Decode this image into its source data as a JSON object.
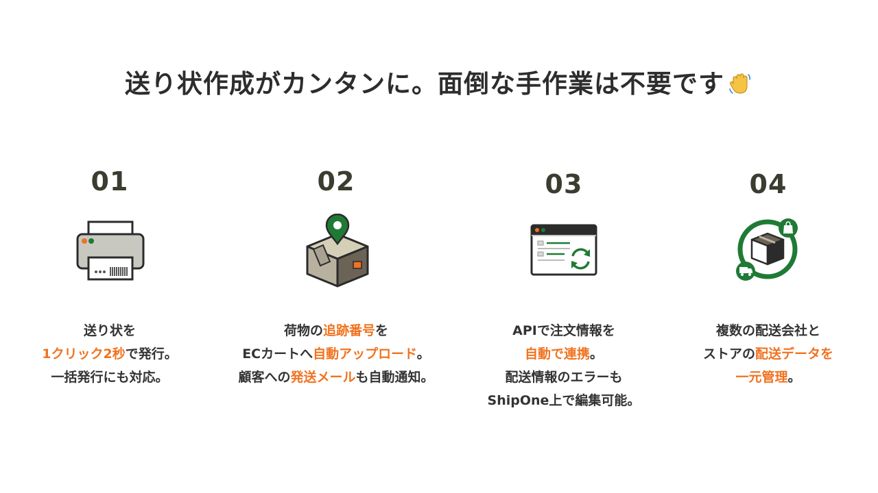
{
  "heading": {
    "text": "送り状作成がカンタンに。面倒な手作業は不要です",
    "emoji_icon": "waving-hand-icon"
  },
  "colors": {
    "accent": "#f07320",
    "green": "#1f7a35",
    "number": "#3a3d2f",
    "text": "#333333"
  },
  "features": [
    {
      "number": "01",
      "icon": "printer-icon",
      "lines": [
        [
          {
            "t": "送り状を"
          }
        ],
        [
          {
            "t": "1クリック2秒",
            "hl": true
          },
          {
            "t": "で発行。"
          }
        ],
        [
          {
            "t": "一括発行にも対応。"
          }
        ]
      ]
    },
    {
      "number": "02",
      "icon": "package-location-icon",
      "lines": [
        [
          {
            "t": "荷物の"
          },
          {
            "t": "追跡番号",
            "hl": true
          },
          {
            "t": "を"
          }
        ],
        [
          {
            "t": "ECカートへ"
          },
          {
            "t": "自動アップロード",
            "hl": true
          },
          {
            "t": "。"
          }
        ],
        [
          {
            "t": "顧客への"
          },
          {
            "t": "発送メール",
            "hl": true
          },
          {
            "t": "も自動通知。"
          }
        ]
      ]
    },
    {
      "number": "03",
      "icon": "api-sync-window-icon",
      "lines": [
        [
          {
            "t": "APIで注文情報を"
          }
        ],
        [
          {
            "t": "自動で連携",
            "hl": true
          },
          {
            "t": "。"
          }
        ],
        [
          {
            "t": "配送情報のエラーも"
          }
        ],
        [
          {
            "t": "ShipOne上で編集可能。"
          }
        ]
      ]
    },
    {
      "number": "04",
      "icon": "delivery-cycle-icon",
      "lines": [
        [
          {
            "t": "複数の配送会社と"
          }
        ],
        [
          {
            "t": "ストアの"
          },
          {
            "t": "配送データを",
            "hl": true
          }
        ],
        [
          {
            "t": "一元管理",
            "hl": true
          },
          {
            "t": "。"
          }
        ]
      ]
    }
  ]
}
